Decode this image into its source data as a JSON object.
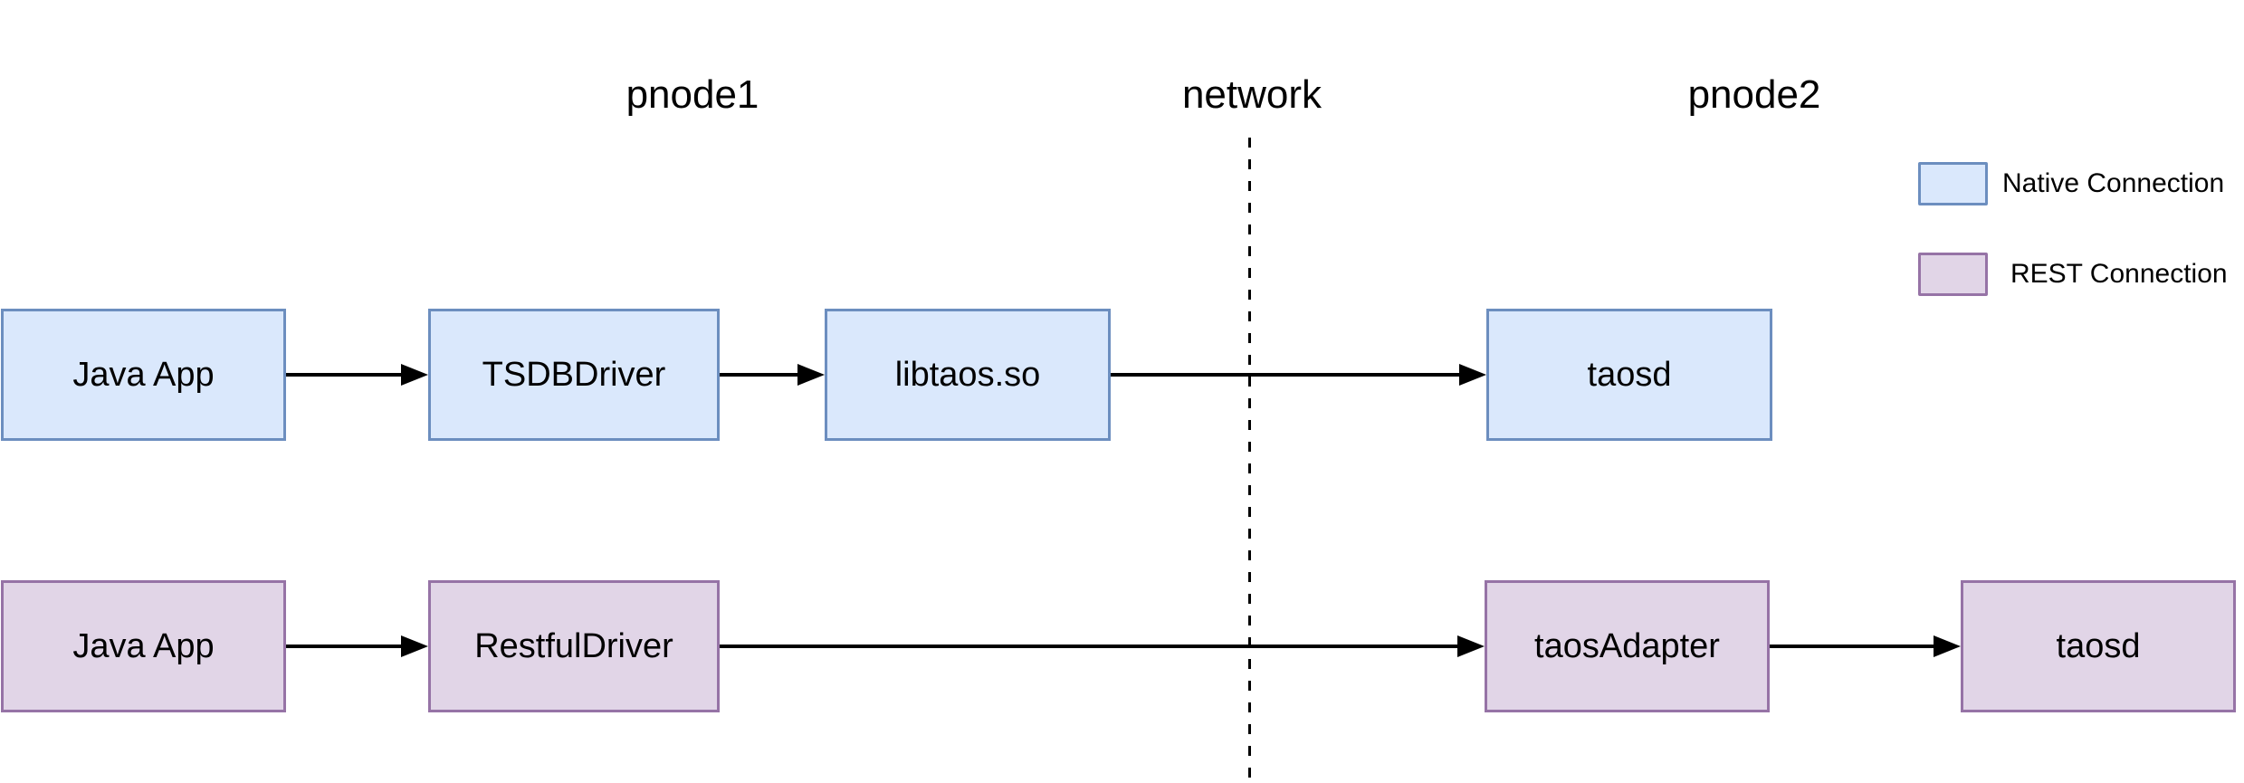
{
  "columns": [
    {
      "label": "pnode1"
    },
    {
      "label": "network"
    },
    {
      "label": "pnode2"
    }
  ],
  "legend": {
    "items": [
      {
        "label": "Native Connection",
        "fill": "#dae8fc",
        "border": "#6c8ebf"
      },
      {
        "label": "REST Connection",
        "fill": "#e1d5e7",
        "border": "#9673a6"
      }
    ]
  },
  "flows": {
    "native": {
      "nodes": [
        {
          "label": "Java App"
        },
        {
          "label": "TSDBDriver"
        },
        {
          "label": "libtaos.so"
        },
        {
          "label": "taosd"
        }
      ]
    },
    "rest": {
      "nodes": [
        {
          "label": "Java App"
        },
        {
          "label": "RestfulDriver"
        },
        {
          "label": "taosAdapter"
        },
        {
          "label": "taosd"
        }
      ]
    }
  },
  "colors": {
    "background": "#ffffff",
    "arrow": "#000000",
    "text": "#000000",
    "divider": "#000000",
    "native_fill": "#dae8fc",
    "native_border": "#6c8ebf",
    "rest_fill": "#e1d5e7",
    "rest_border": "#9673a6"
  }
}
